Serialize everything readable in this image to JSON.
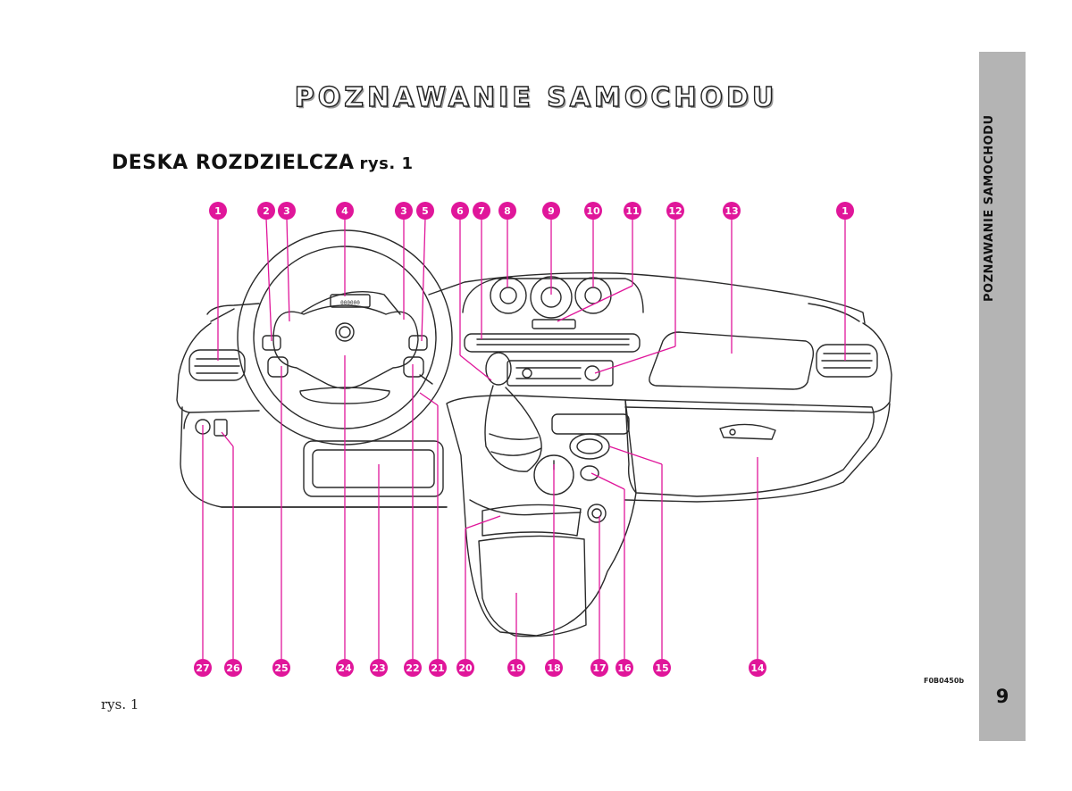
{
  "page": {
    "title": "POZNAWANIE SAMOCHODU",
    "section_heading": "DESKA ROZDZIELCZA",
    "section_ref": "rys. 1",
    "side_tab": "POZNAWANIE SAMOCHODU",
    "page_number": "9",
    "figure_code": "F0B0450b",
    "caption": "rys. 1"
  },
  "colors": {
    "callout": "#e0169a",
    "line": "#2a2a2a",
    "tab": "#b4b4b4"
  },
  "callouts_top": [
    "1",
    "2",
    "3",
    "4",
    "3",
    "5",
    "6",
    "7",
    "8",
    "9",
    "10",
    "11",
    "12",
    "13",
    "1"
  ],
  "callouts_bottom": [
    "27",
    "26",
    "25",
    "24",
    "23",
    "22",
    "21",
    "20",
    "19",
    "18",
    "17",
    "16",
    "15",
    "14"
  ],
  "cluster_text": "000000"
}
